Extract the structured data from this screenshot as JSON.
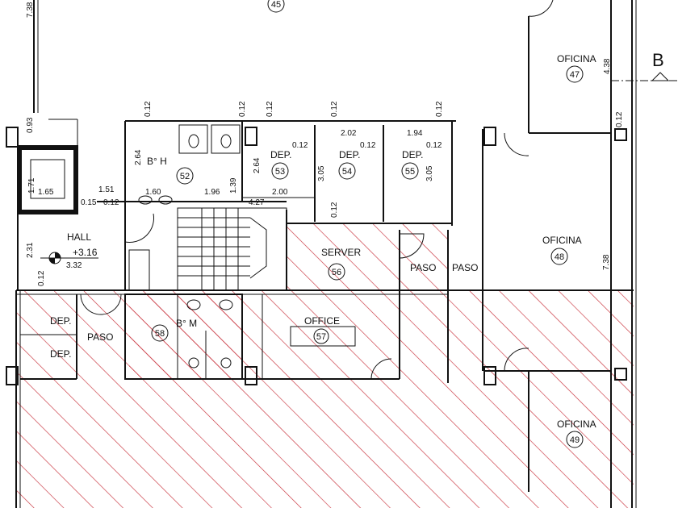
{
  "colors": {
    "hatch": "#c8323c",
    "walls": "#111111"
  },
  "rooms": {
    "r45": {
      "number": "45"
    },
    "r47": {
      "name": "OFICINA",
      "number": "47"
    },
    "r48": {
      "name": "OFICINA",
      "number": "48"
    },
    "r49": {
      "name": "OFICINA",
      "number": "49"
    },
    "r52": {
      "name": "B° H",
      "number": "52"
    },
    "r53": {
      "name": "DEP.",
      "number": "53"
    },
    "r54": {
      "name": "DEP.",
      "number": "54"
    },
    "r55": {
      "name": "DEP.",
      "number": "55"
    },
    "r56": {
      "name": "SERVER",
      "number": "56"
    },
    "r57": {
      "name": "OFFICE",
      "number": "57"
    },
    "r58": {
      "name": "B° M",
      "number": "58"
    },
    "hall": {
      "name": "HALL",
      "level": "+3.16",
      "sub": "3.32"
    },
    "paso1": {
      "name": "PASO"
    },
    "paso2": {
      "name": "PASO"
    },
    "paso3": {
      "name": "PASO"
    },
    "dep_a": {
      "name": "DEP."
    },
    "dep_b": {
      "name": "DEP."
    }
  },
  "section_marker": "B",
  "dimensions": {
    "d_top_left": "7.38",
    "d_47": "4.38",
    "d_48": "7.38",
    "d_012_a": "0.12",
    "d_012_b": "0.12",
    "d_012_c": "0.12",
    "d_012_d": "0.12",
    "d_012_e": "0.12",
    "d_012_f": "0.12",
    "d_012_g": "0.12",
    "d_012_h": "0.12",
    "d_012_i": "0.12",
    "d_012_j": "0.12",
    "d_012_k": "0.12",
    "d_012_l": "0.12",
    "d_264_a": "2.64",
    "d_264_b": "2.64",
    "d_160": "1.60",
    "d_196": "1.96",
    "d_139": "1.39",
    "d_200": "2.00",
    "d_202": "2.02",
    "d_194": "1.94",
    "d_305_a": "3.05",
    "d_305_b": "3.05",
    "d_165": "1.65",
    "d_171": "1.71",
    "d_015": "0.15",
    "d_151": "1.51",
    "d_093": "0.93",
    "d_231": "2.31",
    "d_427": "4.27"
  }
}
